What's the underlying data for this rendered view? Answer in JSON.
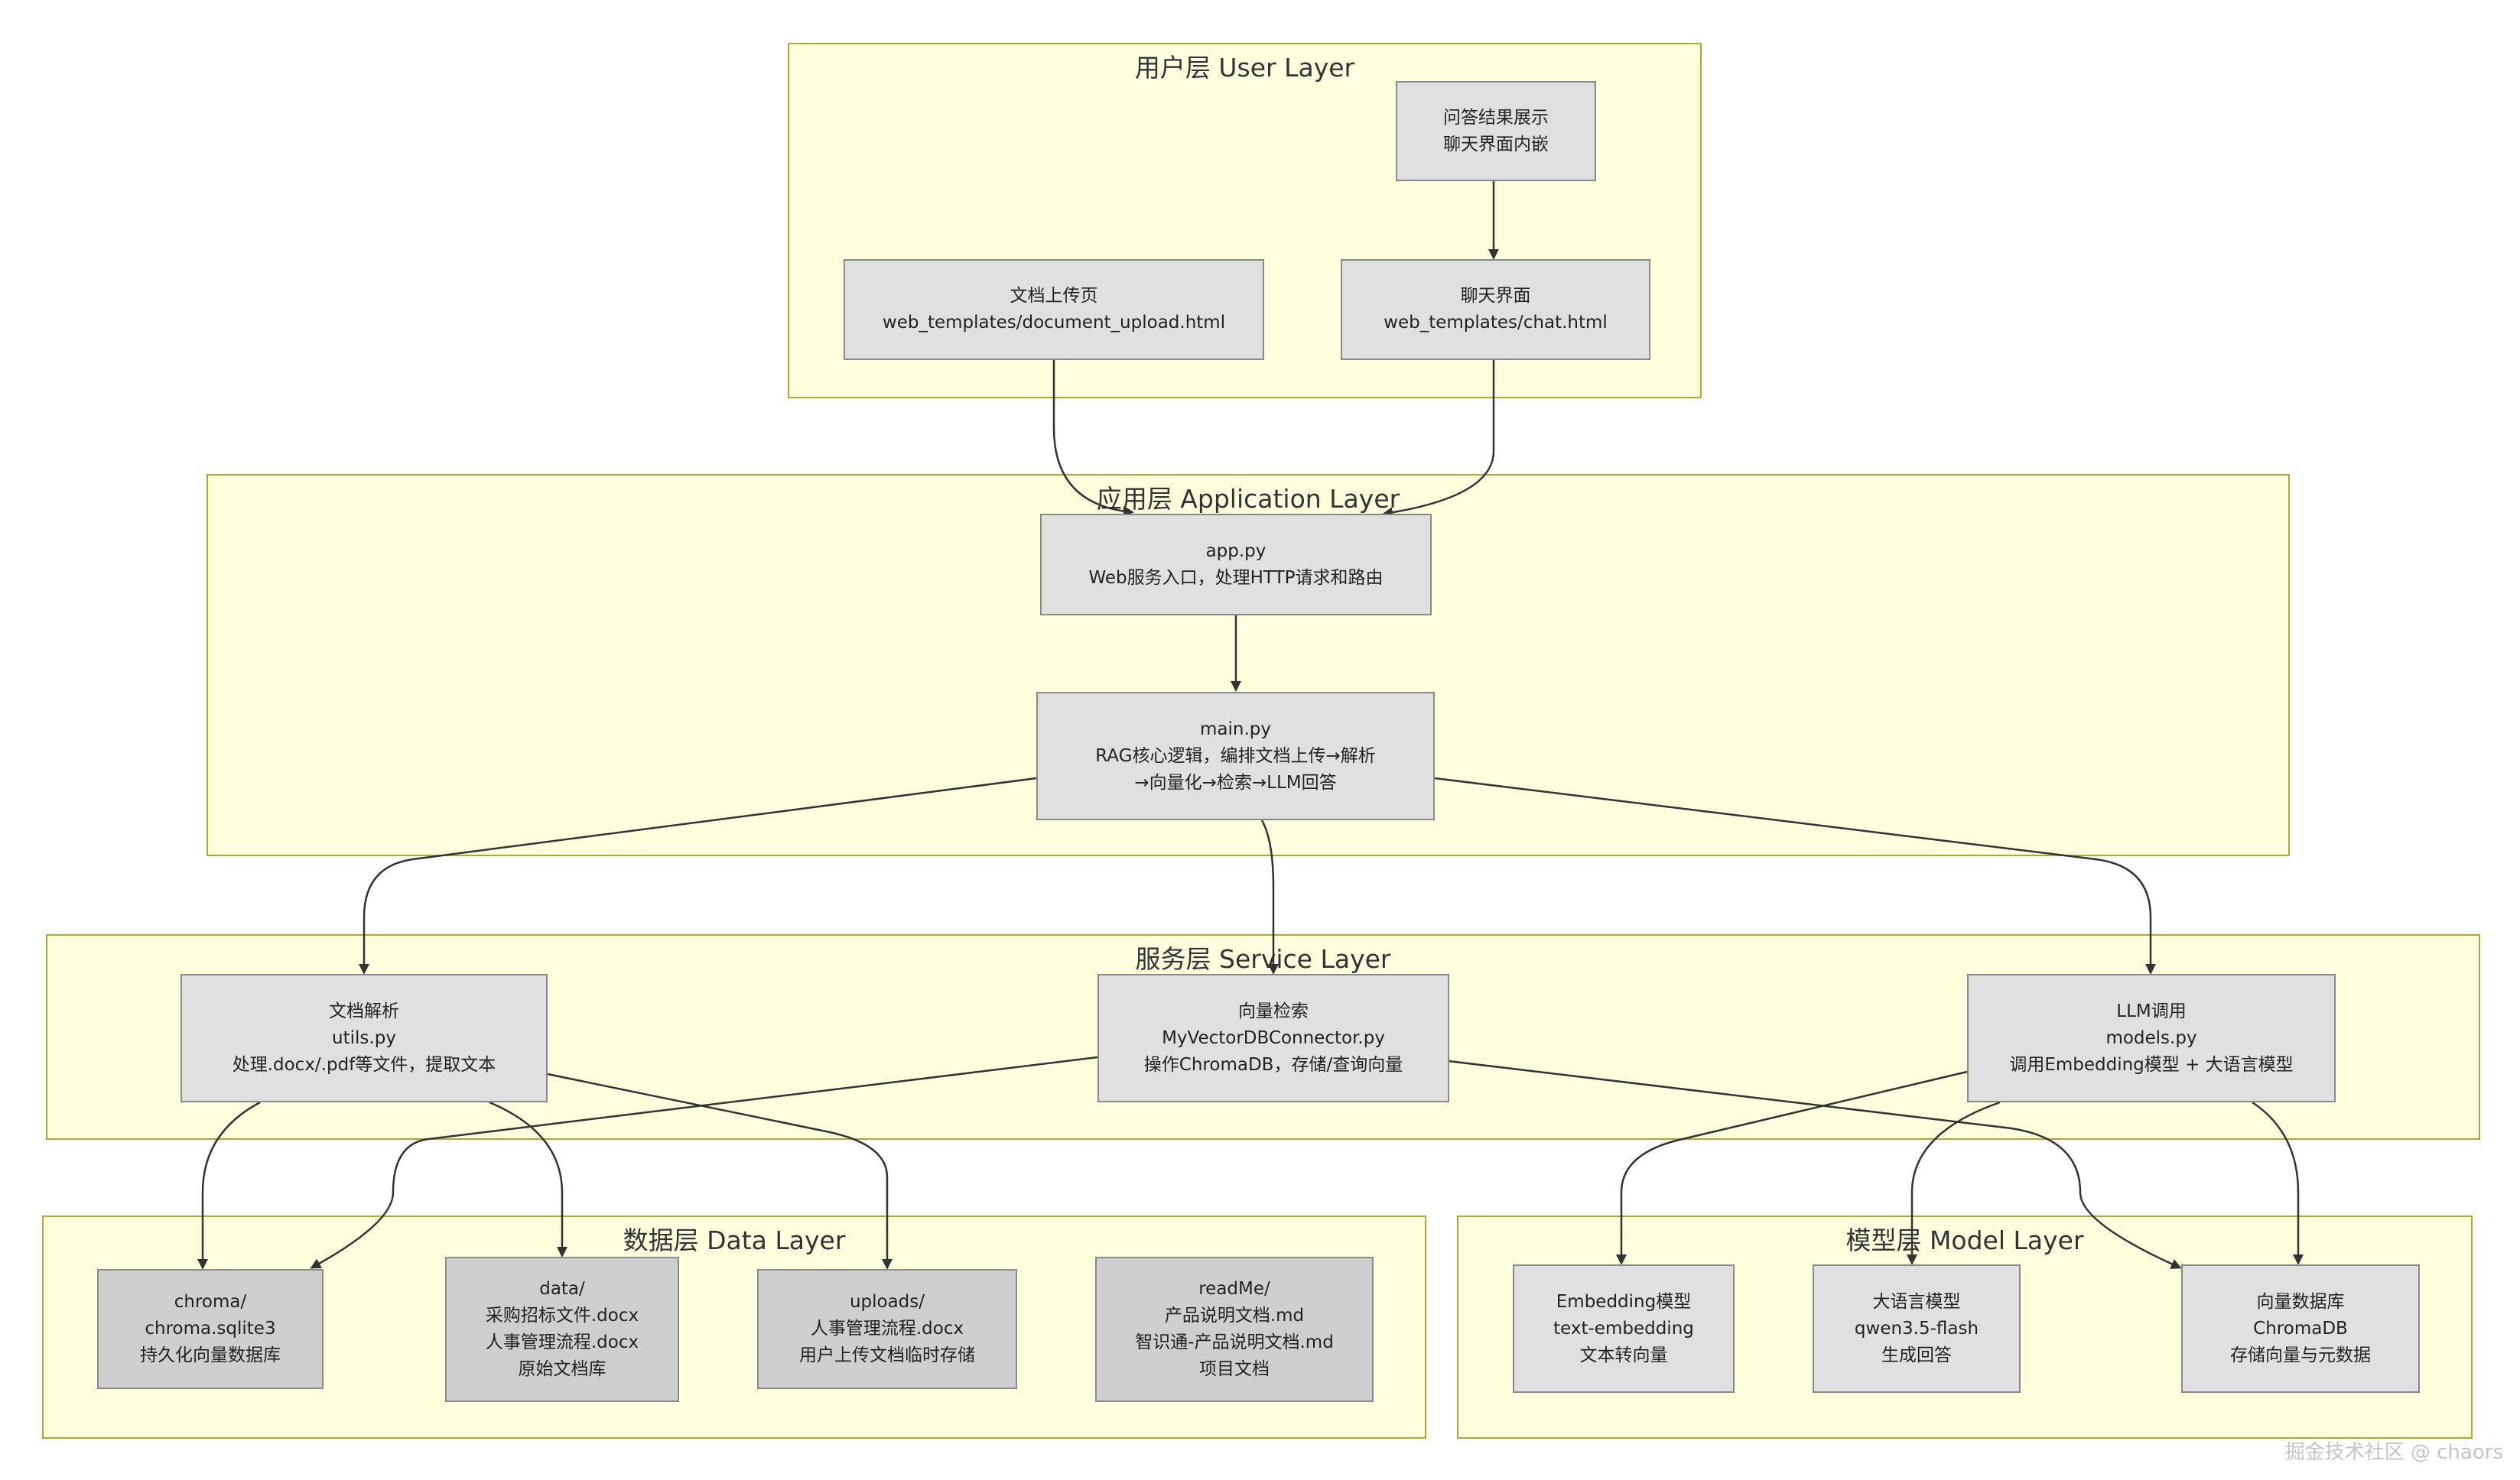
{
  "layers": {
    "user": "用户层 User Layer",
    "application": "应用层 Application Layer",
    "service": "服务层 Service Layer",
    "data": "数据层 Data Layer",
    "model": "模型层 Model Layer"
  },
  "nodes": {
    "answer_display": [
      "问答结果展示",
      "聊天界面内嵌"
    ],
    "upload_page": [
      "文档上传页",
      "web_templates/document_upload.html"
    ],
    "chat_page": [
      "聊天界面",
      "web_templates/chat.html"
    ],
    "app": [
      "app.py",
      "Web服务入口，处理HTTP请求和路由"
    ],
    "main": [
      "main.py",
      "RAG核心逻辑，编排文档上传→解析",
      "→向量化→检索→LLM回答"
    ],
    "doc_parse": [
      "文档解析",
      "utils.py",
      "处理.docx/.pdf等文件，提取文本"
    ],
    "vector_search": [
      "向量检索",
      "MyVectorDBConnector.py",
      "操作ChromaDB，存储/查询向量"
    ],
    "llm_call": [
      "LLM调用",
      "models.py",
      "调用Embedding模型 + 大语言模型"
    ],
    "chroma": [
      "chroma/",
      "chroma.sqlite3",
      "持久化向量数据库"
    ],
    "data_dir": [
      "data/",
      "采购招标文件.docx",
      "人事管理流程.docx",
      "原始文档库"
    ],
    "uploads": [
      "uploads/",
      "人事管理流程.docx",
      "用户上传文档临时存储"
    ],
    "readme": [
      "readMe/",
      "产品说明文档.md",
      "智识通-产品说明文档.md",
      "项目文档"
    ],
    "embedding": [
      "Embedding模型",
      "text-embedding",
      "文本转向量"
    ],
    "llm_model": [
      "大语言模型",
      "qwen3.5-flash",
      "生成回答"
    ],
    "vector_db": [
      "向量数据库",
      "ChromaDB",
      "存储向量与元数据"
    ]
  },
  "watermark": "掘金技术社区 @ chaors"
}
